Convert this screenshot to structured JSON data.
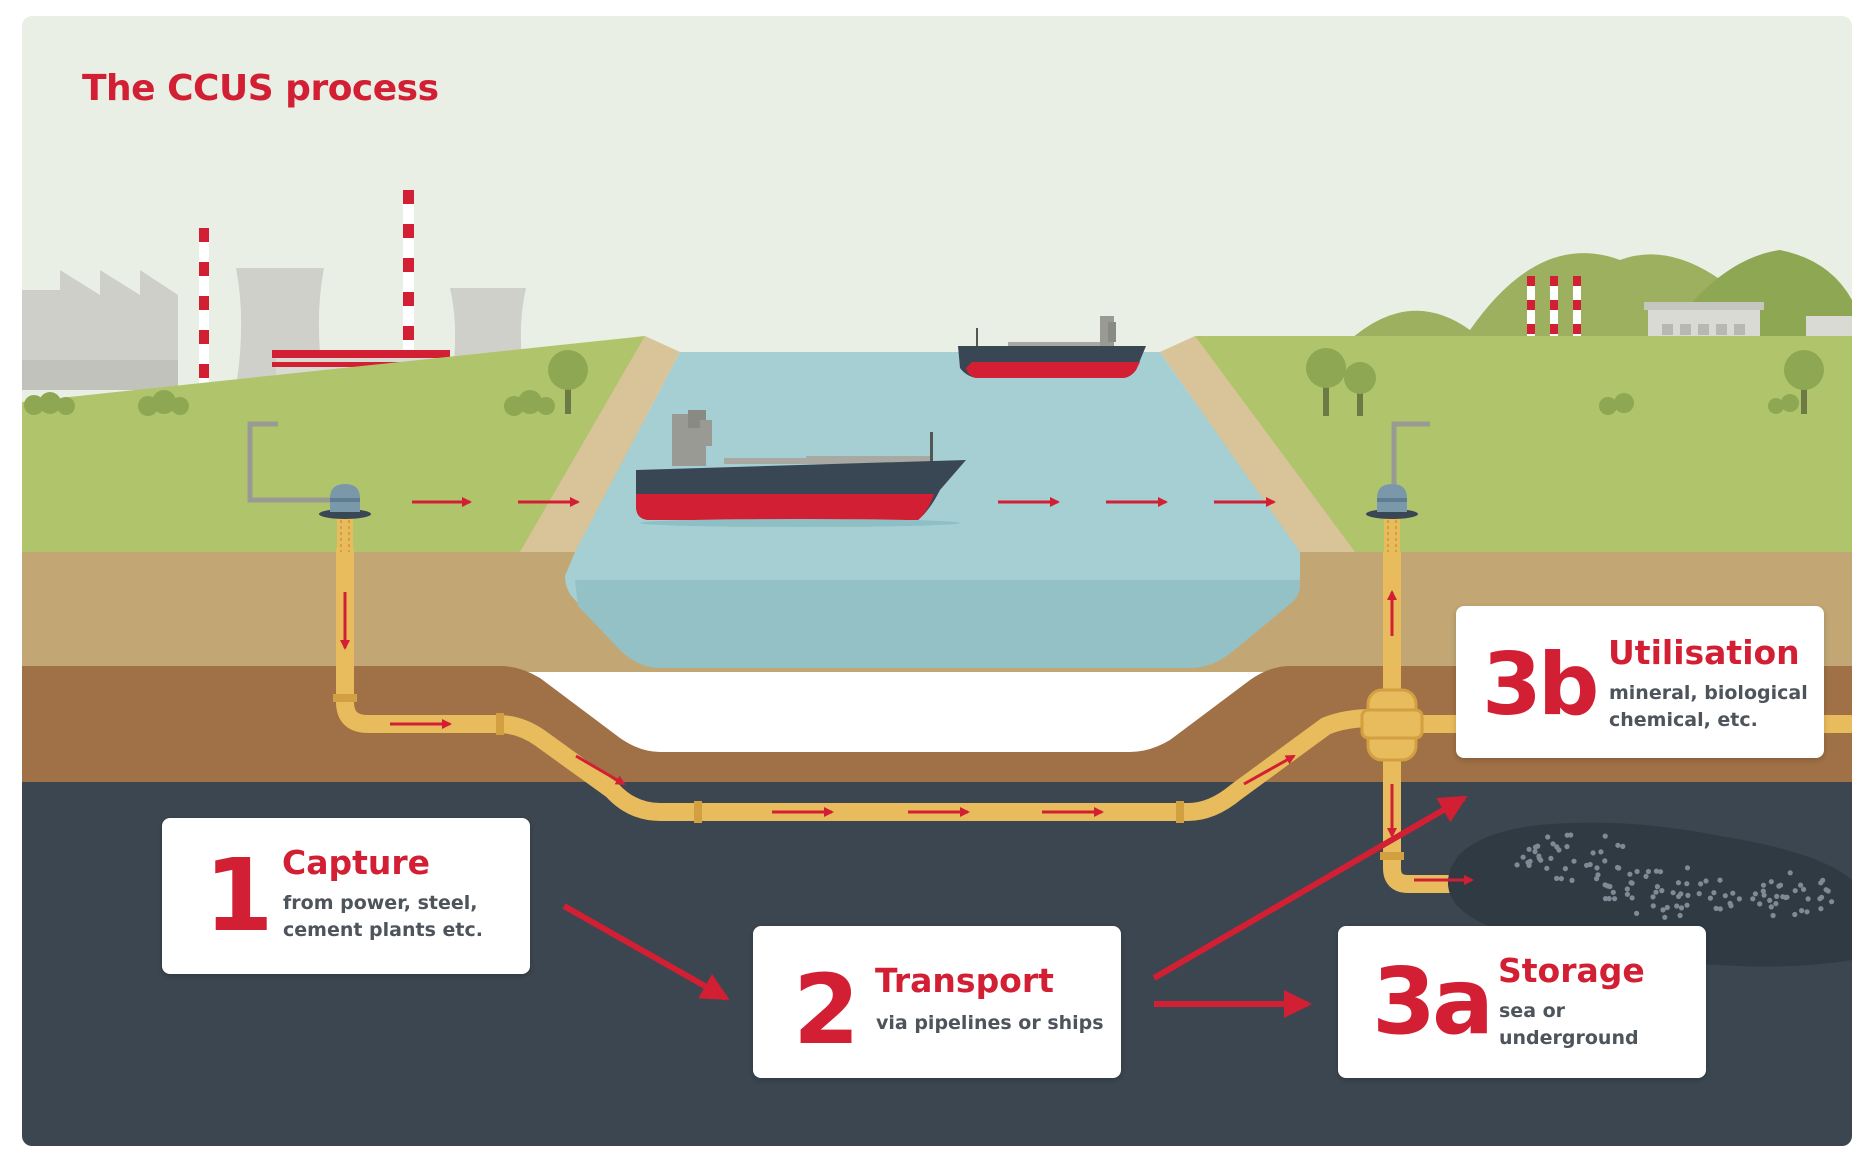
{
  "title": "The CCUS process",
  "colors": {
    "accent_red": "#d21f33",
    "pipe": "#e8bb5c",
    "water": "#a6cfd4",
    "grass": "#b0c56b",
    "sky": "#e9efe4",
    "deep_ground": "#3b4650",
    "card_text": "#4d545b"
  },
  "steps": [
    {
      "number": "1",
      "heading": "Capture",
      "lines": [
        "from power, steel,",
        "cement plants etc."
      ]
    },
    {
      "number": "2",
      "heading": "Transport",
      "lines": [
        "via pipelines or ships"
      ]
    },
    {
      "number": "3a",
      "heading": "Storage",
      "lines": [
        "sea or",
        "underground"
      ]
    },
    {
      "number": "3b",
      "heading": "Utilisation",
      "lines": [
        "mineral, biological",
        "chemical, etc."
      ]
    }
  ]
}
